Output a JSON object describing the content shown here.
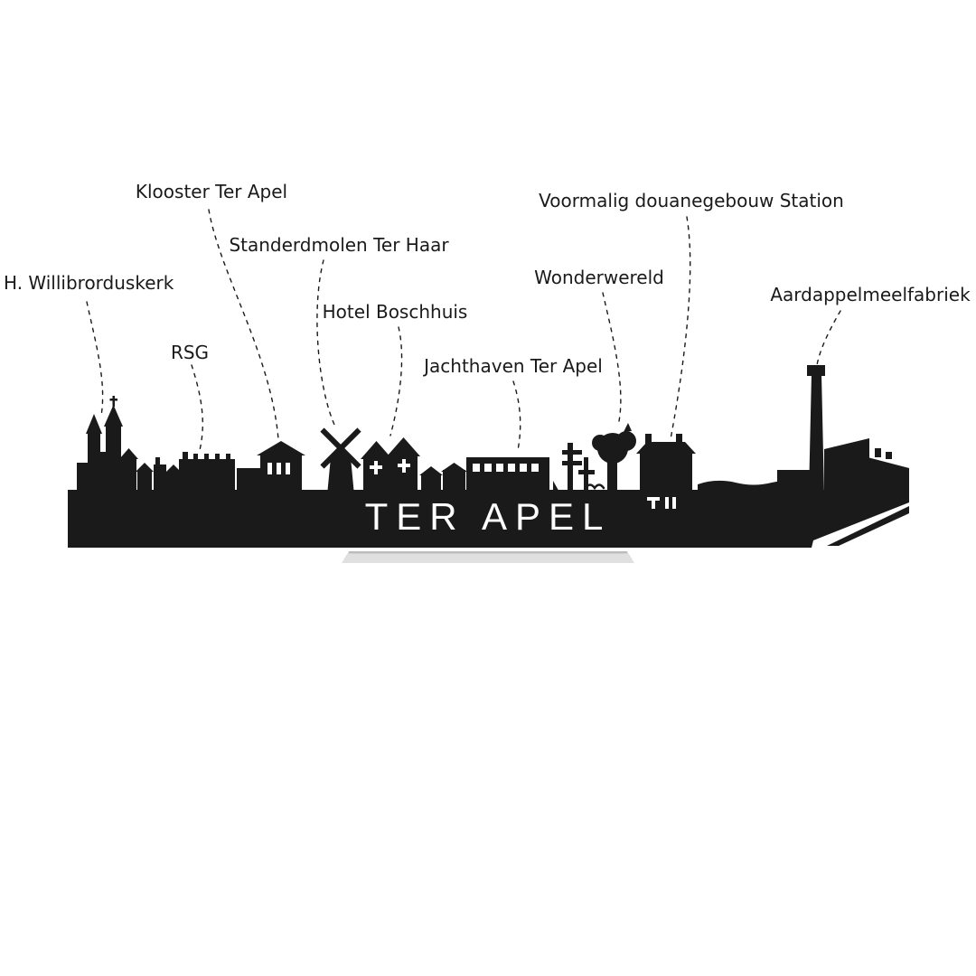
{
  "skyline": {
    "title_cutout": "TER APEL"
  },
  "colors": {
    "silhouette": "#1a1a1a",
    "cutout": "#ffffff",
    "base": "#e0e0e0",
    "base_edge": "#bdbdbd",
    "label_text": "#1a1a1a"
  },
  "labels": [
    {
      "id": "h-willibrorduskerk",
      "text": "H. Willibrorduskerk"
    },
    {
      "id": "rsg",
      "text": "RSG"
    },
    {
      "id": "klooster-ter-apel",
      "text": "Klooster Ter Apel"
    },
    {
      "id": "standerdmolen-ter-haar",
      "text": "Standerdmolen Ter Haar"
    },
    {
      "id": "hotel-boschhuis",
      "text": "Hotel Boschhuis"
    },
    {
      "id": "jachthaven-ter-apel",
      "text": "Jachthaven Ter Apel"
    },
    {
      "id": "wonderwereld",
      "text": "Wonderwereld"
    },
    {
      "id": "voormalig-douanegebouw-station",
      "text": "Voormalig douanegebouw Station"
    },
    {
      "id": "aardappelmeelfabriek",
      "text": "Aardappelmeelfabriek"
    }
  ]
}
